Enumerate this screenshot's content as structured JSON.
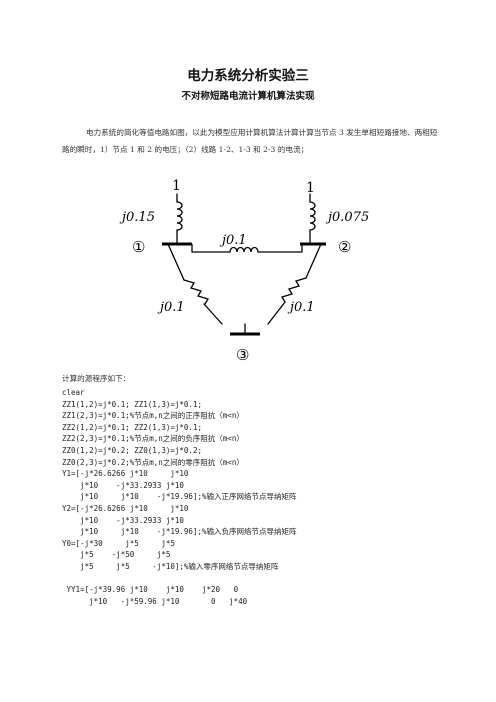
{
  "title": "电力系统分析实验三",
  "subtitle": "不对称短路电流计算机算法实现",
  "intro": "电力系统的简化等值电路如图，以此为模型应用计算机算法计算计算当节点 3 发生单相短路接地、两相短路的瞬时，1）节点 1 和 2 的电压；（2）线路 1-2、1-3 和 2-3 的电流；",
  "circuit": {
    "source_left": "1",
    "source_right": "1",
    "x_left": "j0.15",
    "x_right": "j0.075",
    "x_12": "j0.1",
    "x_13": "j0.1",
    "x_23": "j0.1",
    "node1": "①",
    "node2": "②",
    "node3": "③"
  },
  "code_label": "计算的源程序如下：",
  "code_lines": [
    "clear",
    "ZZ1(1,2)=j*0.1; ZZ1(1,3)=j*0.1;",
    "ZZ1(2,3)=j*0.1;%节点m,n之间的正序阻抗（m<n）",
    "ZZ2(1,2)=j*0.1; ZZ2(1,3)=j*0.1;",
    "ZZ2(2,3)=j*0.1;%节点m,n之间的负序阻抗（m<n）",
    "ZZ0(1,2)=j*0.2; ZZ0(1,3)=j*0.2;",
    "ZZ0(2,3)=j*0.2;%节点m,n之间的零序阻抗（m<n）",
    "Y1=[-j*26.6266 j*10     j*10",
    "    j*10    -j*33.2933 j*10",
    "    j*10     j*10    -j*19.96];%输入正序网络节点导纳矩阵",
    "Y2=[-j*26.6266 j*10     j*10",
    "    j*10    -j*33.2933 j*10",
    "    j*10     j*10    -j*19.96];%输入负序网络节点导纳矩阵",
    "Y0=[-j*30     j*5     j*5",
    "    j*5    -j*50     j*5",
    "    j*5     j*5     -j*10];%输入零序网络节点导纳矩阵",
    "",
    " YY1=[-j*39.96 j*10    j*10    j*20   0",
    "      j*10   -j*59.96 j*10       0   j*40"
  ]
}
